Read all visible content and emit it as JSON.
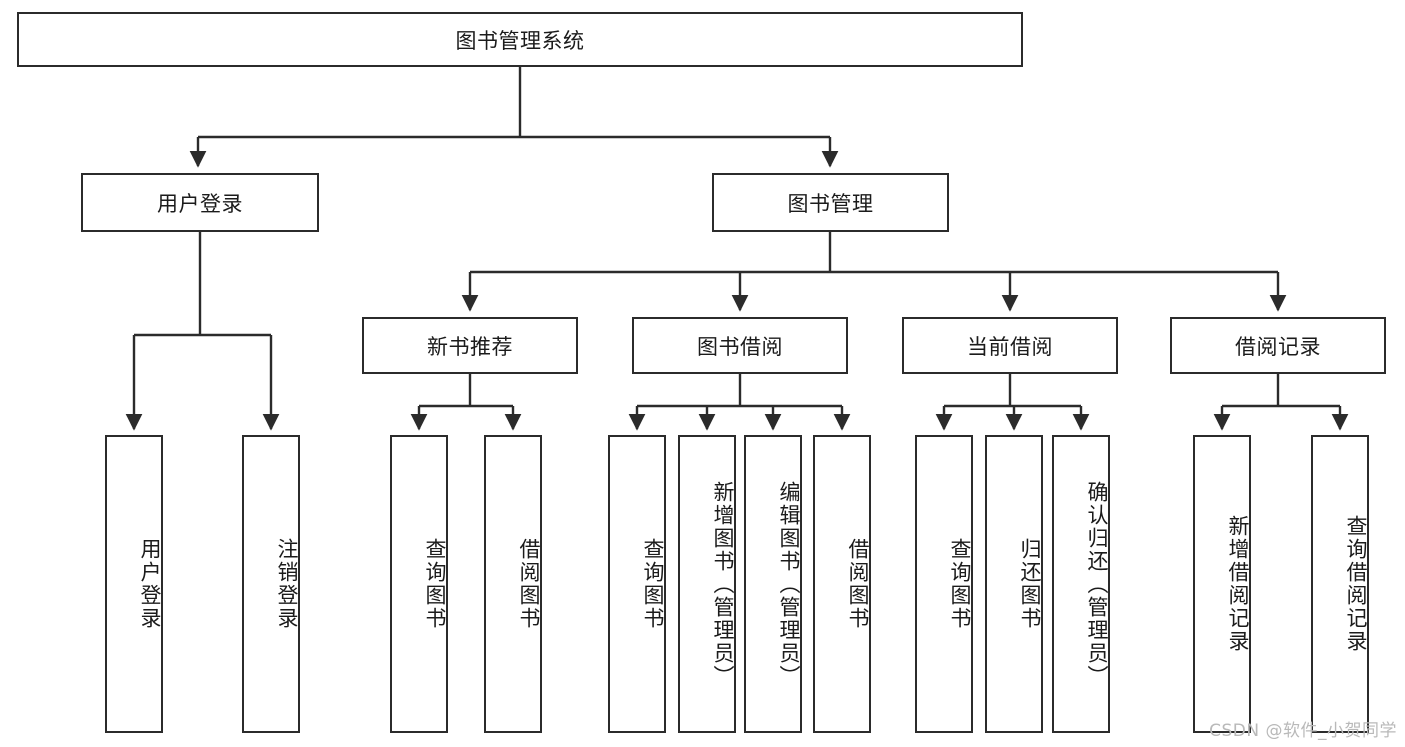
{
  "diagram": {
    "title": "图书管理系统",
    "type": "tree",
    "watermark": "CSDN @软件_小贺同学",
    "stroke_color": "#2b2b2b",
    "fill_color": "#ffffff",
    "text_color": "#1b1b1b",
    "watermark_color": "#b9b9b9"
  },
  "nodes": {
    "root": {
      "label": "图书管理系统",
      "level": 1,
      "orientation": "horizontal"
    },
    "user_login": {
      "label": "用户登录",
      "level": 2,
      "orientation": "horizontal"
    },
    "book_manage": {
      "label": "图书管理",
      "level": 2,
      "orientation": "horizontal"
    },
    "new_book_rec": {
      "label": "新书推荐",
      "level": 3,
      "orientation": "horizontal"
    },
    "book_borrow": {
      "label": "图书借阅",
      "level": 3,
      "orientation": "horizontal"
    },
    "current_borrow": {
      "label": "当前借阅",
      "level": 3,
      "orientation": "horizontal"
    },
    "borrow_record": {
      "label": "借阅记录",
      "level": 3,
      "orientation": "horizontal"
    },
    "leaf_user_login": {
      "label": "用户登录",
      "level": 4,
      "orientation": "vertical"
    },
    "leaf_logout": {
      "label": "注销登录",
      "level": 4,
      "orientation": "vertical"
    },
    "leaf_query_book_1": {
      "label": "查询图书",
      "level": 4,
      "orientation": "vertical"
    },
    "leaf_borrow_book_1": {
      "label": "借阅图书",
      "level": 4,
      "orientation": "vertical"
    },
    "leaf_query_book_2": {
      "label": "查询图书",
      "level": 4,
      "orientation": "vertical"
    },
    "leaf_add_book": {
      "label": "新增图书（管理员）",
      "level": 4,
      "orientation": "vertical"
    },
    "leaf_edit_book": {
      "label": "编辑图书（管理员）",
      "level": 4,
      "orientation": "vertical"
    },
    "leaf_borrow_book_2": {
      "label": "借阅图书",
      "level": 4,
      "orientation": "vertical"
    },
    "leaf_query_book_3": {
      "label": "查询图书",
      "level": 4,
      "orientation": "vertical"
    },
    "leaf_return_book": {
      "label": "归还图书",
      "level": 4,
      "orientation": "vertical"
    },
    "leaf_confirm_return": {
      "label": "确认归还（管理员）",
      "level": 4,
      "orientation": "vertical"
    },
    "leaf_add_record": {
      "label": "新增借阅记录",
      "level": 4,
      "orientation": "vertical"
    },
    "leaf_query_record": {
      "label": "查询借阅记录",
      "level": 4,
      "orientation": "vertical"
    }
  },
  "edges": [
    {
      "from": "root",
      "to": "user_login"
    },
    {
      "from": "root",
      "to": "book_manage"
    },
    {
      "from": "book_manage",
      "to": "new_book_rec"
    },
    {
      "from": "book_manage",
      "to": "book_borrow"
    },
    {
      "from": "book_manage",
      "to": "current_borrow"
    },
    {
      "from": "book_manage",
      "to": "borrow_record"
    },
    {
      "from": "user_login",
      "to": "leaf_user_login"
    },
    {
      "from": "user_login",
      "to": "leaf_logout"
    },
    {
      "from": "new_book_rec",
      "to": "leaf_query_book_1"
    },
    {
      "from": "new_book_rec",
      "to": "leaf_borrow_book_1"
    },
    {
      "from": "book_borrow",
      "to": "leaf_query_book_2"
    },
    {
      "from": "book_borrow",
      "to": "leaf_add_book"
    },
    {
      "from": "book_borrow",
      "to": "leaf_edit_book"
    },
    {
      "from": "book_borrow",
      "to": "leaf_borrow_book_2"
    },
    {
      "from": "current_borrow",
      "to": "leaf_query_book_3"
    },
    {
      "from": "current_borrow",
      "to": "leaf_return_book"
    },
    {
      "from": "current_borrow",
      "to": "leaf_confirm_return"
    },
    {
      "from": "borrow_record",
      "to": "leaf_add_record"
    },
    {
      "from": "borrow_record",
      "to": "leaf_query_record"
    }
  ]
}
